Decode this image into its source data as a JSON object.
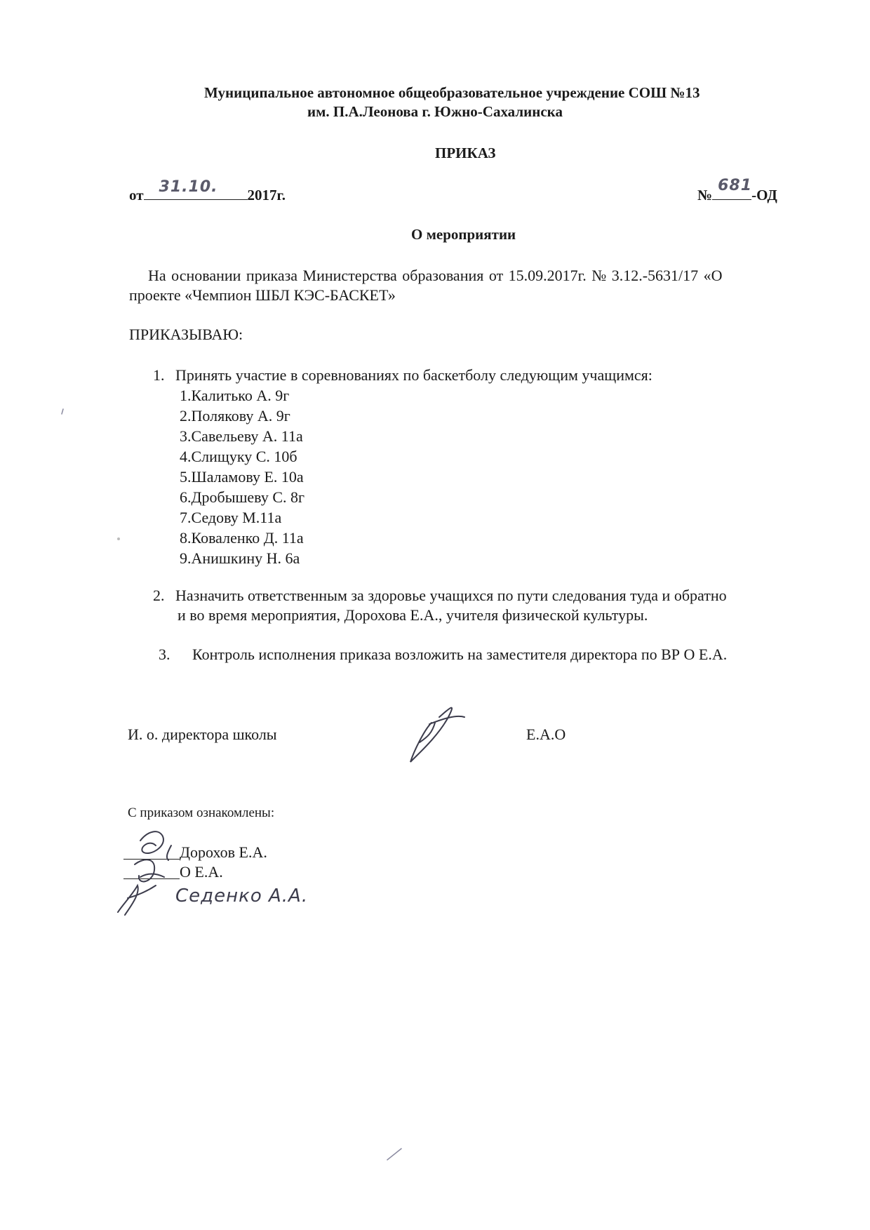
{
  "header": {
    "line1": "Муниципальное автономное общеобразовательное учреждение СОШ №13",
    "line2": "им. П.А.Леонова  г. Южно-Сахалинска"
  },
  "doc_title": "ПРИКАЗ",
  "date_line": {
    "prefix": "от",
    "handwritten_date": "31.10.",
    "suffix": "2017г."
  },
  "number_line": {
    "prefix": "№",
    "handwritten_number": "681",
    "suffix": "-ОД"
  },
  "subject": "О мероприятии",
  "basis": {
    "line1": "На основании приказа Министерства образования от 15.09.2017г. № 3.12.-5631/17  «О",
    "line2": "проекте «Чемпион ШБЛ КЭС-БАСКЕТ»"
  },
  "order_word": "ПРИКАЗЫВАЮ:",
  "items": [
    {
      "number": "1.",
      "text": "Принять участие в соревнованиях по баскетболу следующим учащимся:",
      "students": [
        "1.Калитько А. 9г",
        "2.Полякову А. 9г",
        "3.Савельеву А. 11а",
        "4.Слищуку С. 10б",
        "5.Шаламову Е.  10а",
        "6.Дробышеву С. 8г",
        "7.Седову М.11а",
        "8.Коваленко Д. 11а",
        "9.Анишкину Н. 6а"
      ]
    },
    {
      "number": "2.",
      "line1": "Назначить ответственным за здоровье учащихся по пути следования туда и обратно",
      "line2": "и во время мероприятия, Дорохова Е.А., учителя физической культуры."
    },
    {
      "number": "3.",
      "text": "Контроль исполнения приказа возложить на заместителя директора по ВР О Е.А."
    }
  ],
  "signature": {
    "position": "И. о. директора школы",
    "name": "Е.А.О"
  },
  "acquainted": {
    "label": "С приказом ознакомлены:",
    "names": [
      "Дорохов Е.А.",
      "О Е.А."
    ],
    "handwritten_name": "Седенко А.А."
  },
  "colors": {
    "text": "#1a1a1a",
    "ink": "#3c3c4c",
    "paper": "#ffffff"
  }
}
